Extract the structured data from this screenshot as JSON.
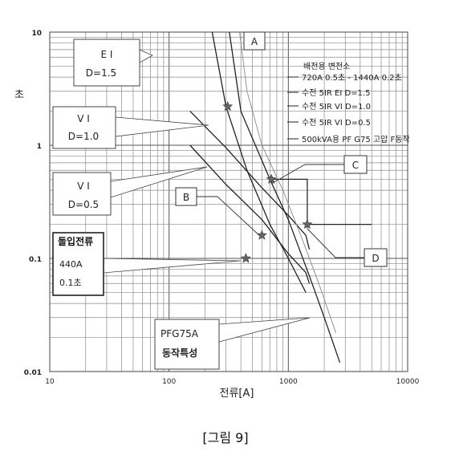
{
  "figure_caption": "[그림 9]",
  "chart_data": {
    "type": "line",
    "title": "",
    "xlabel": "전류[A]",
    "ylabel": "초",
    "x_scale": "log",
    "y_scale": "log",
    "xlim": [
      10,
      10000
    ],
    "ylim": [
      0.01,
      10
    ],
    "x_ticks": [
      "10",
      "100",
      "1000",
      "10000"
    ],
    "y_ticks": [
      "0.01",
      "0.1",
      "1",
      "10"
    ],
    "grid": true,
    "legend_position": "top-right",
    "legend_header": "배전용 변전소",
    "series": [
      {
        "name": "720A 0.5초 - 1440A 0.2초",
        "style": "step",
        "points": [
          [
            720,
            0.5
          ],
          [
            1440,
            0.5
          ],
          [
            1440,
            0.2
          ],
          [
            5000,
            0.2
          ]
        ]
      },
      {
        "name": "수전 5IR EI D=1.5",
        "points": [
          [
            230,
            10
          ],
          [
            300,
            2.2
          ],
          [
            450,
            0.6
          ],
          [
            700,
            0.2
          ],
          [
            1000,
            0.1
          ],
          [
            1400,
            0.05
          ]
        ]
      },
      {
        "name": "수전 5IR VI D=1.0",
        "points": [
          [
            150,
            2.0
          ],
          [
            300,
            0.95
          ],
          [
            600,
            0.42
          ],
          [
            1000,
            0.24
          ],
          [
            1400,
            0.16
          ],
          [
            1500,
            0.12
          ]
        ]
      },
      {
        "name": "수전 5IR VI D=0.5",
        "points": [
          [
            150,
            1.0
          ],
          [
            300,
            0.45
          ],
          [
            600,
            0.22
          ],
          [
            1000,
            0.11
          ],
          [
            1400,
            0.075
          ],
          [
            1500,
            0.06
          ]
        ]
      },
      {
        "name": "500kVA용 PF G75 고압 F동작",
        "points": [
          [
            320,
            10
          ],
          [
            400,
            2.0
          ],
          [
            700,
            0.5
          ],
          [
            1000,
            0.22
          ],
          [
            1500,
            0.07
          ],
          [
            2000,
            0.03
          ],
          [
            2700,
            0.012
          ]
        ]
      },
      {
        "name": "",
        "style": "thin",
        "points": [
          [
            390,
            10
          ],
          [
            450,
            3.0
          ],
          [
            600,
            1.0
          ],
          [
            900,
            0.4
          ],
          [
            1300,
            0.15
          ],
          [
            1800,
            0.06
          ],
          [
            2500,
            0.022
          ]
        ]
      }
    ],
    "markers": [
      {
        "label": "A",
        "x": 310,
        "y": 2.2
      },
      {
        "label": "B",
        "x": 600,
        "y": 0.16
      },
      {
        "label": "C",
        "x": 720,
        "y": 0.5
      },
      {
        "label": "D",
        "x": 1440,
        "y": 0.2
      },
      {
        "label": "돌입전류",
        "x": 440,
        "y": 0.1
      }
    ],
    "annotations": [
      {
        "id": "ei",
        "lines": [
          "E I",
          "D=1.5"
        ]
      },
      {
        "id": "vi10",
        "lines": [
          "V I",
          "D=1.0"
        ]
      },
      {
        "id": "vi05",
        "lines": [
          "V I",
          "D=0.5"
        ]
      },
      {
        "id": "inrush",
        "lines": [
          "돌입전류",
          "440A",
          "0.1초"
        ]
      },
      {
        "id": "pfg",
        "lines": [
          "PFG75A",
          "동작특성"
        ]
      },
      {
        "id": "A",
        "lines": [
          "A"
        ]
      },
      {
        "id": "B",
        "lines": [
          "B"
        ]
      },
      {
        "id": "C",
        "lines": [
          "C"
        ]
      },
      {
        "id": "D",
        "lines": [
          "D"
        ]
      }
    ]
  }
}
